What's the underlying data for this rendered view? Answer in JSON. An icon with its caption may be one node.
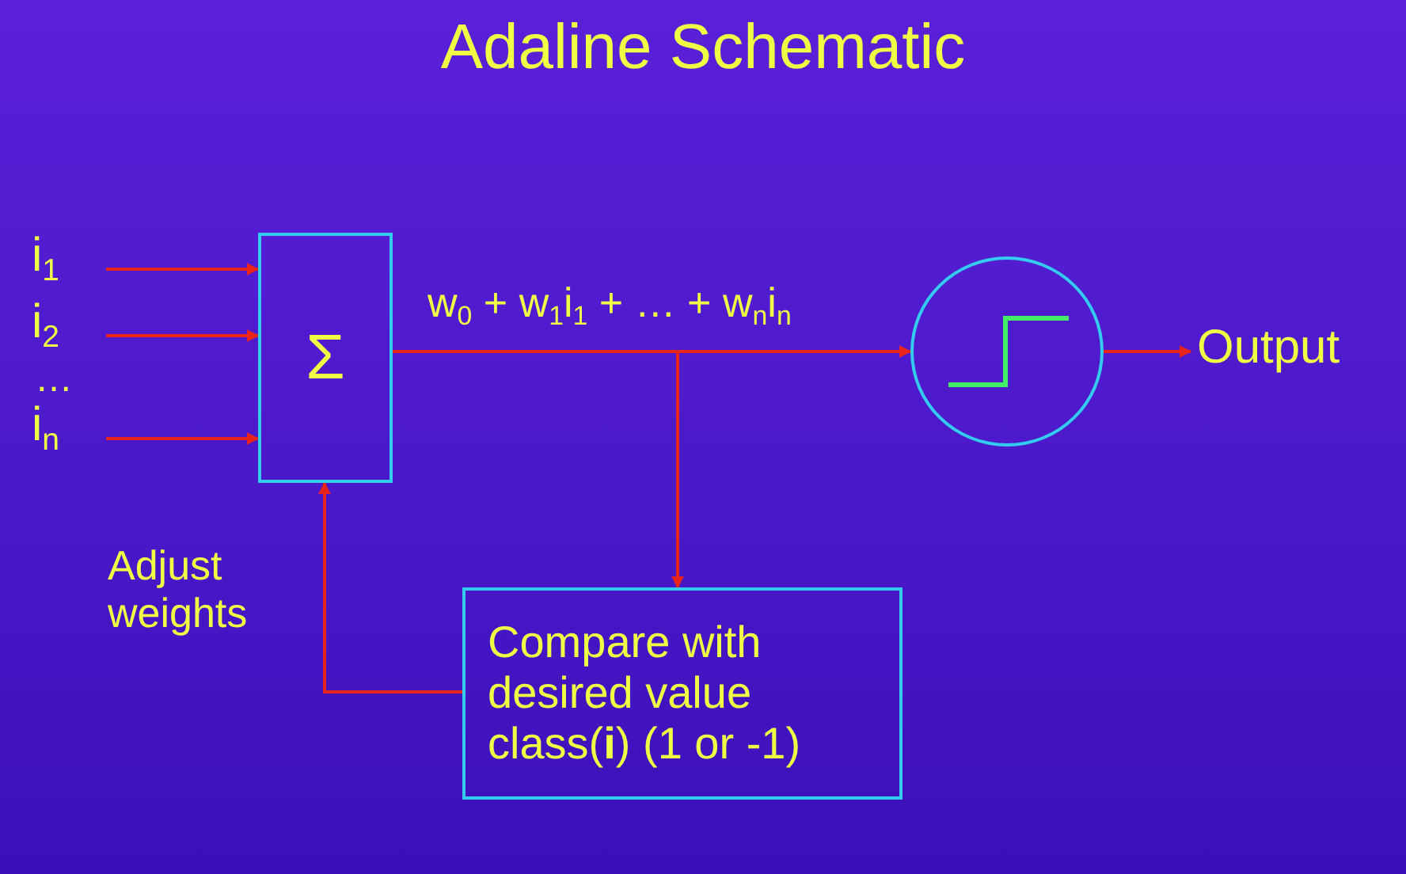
{
  "diagram": {
    "title": "Adaline Schematic",
    "nodes": [
      {
        "text": [
          "i$_{1}$"
        ]
      },
      {
        "text": [
          "i$_{2}$"
        ]
      },
      {
        "text": [
          "i$_{n}$"
        ]
      },
      {
        "text": [
          "Σ"
        ]
      },
      {
        "text": [],
        "shape": "circle"
      },
      {
        "text": [
          "Output"
        ]
      },
      {
        "text": [
          "Compare with desired value class(**i**) (1 or -1)"
        ]
      }
    ],
    "edges": [
      {
        "from": 0,
        "to": 3,
        "arrow": "to"
      },
      {
        "from": 1,
        "to": 3,
        "arrow": "to"
      },
      {
        "from": 2,
        "to": 3,
        "arrow": "to"
      },
      {
        "from": 3,
        "to": 4,
        "arrow": "to",
        "label": "w$_{0}$ + w$_{1}$i$_{1}$ + … + w$_{n}$i$_{n}$"
      },
      {
        "from": 3,
        "to": 6,
        "arrow": "to"
      },
      {
        "from": 4,
        "to": 5,
        "arrow": "to"
      },
      {
        "from": 6,
        "to": 3,
        "arrow": "to",
        "label": "Adjust weights"
      }
    ],
    "labels": [
      "…"
    ]
  }
}
